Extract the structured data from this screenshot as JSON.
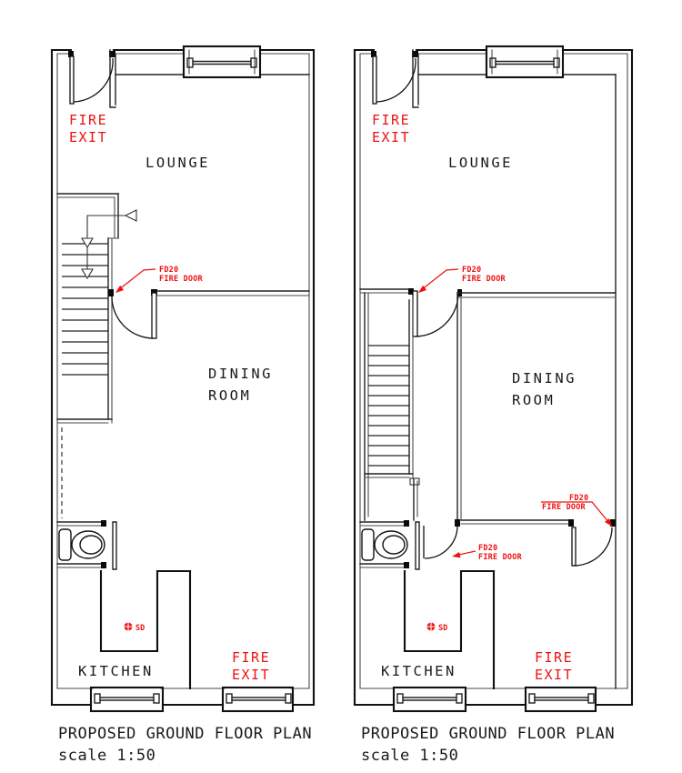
{
  "palette": {
    "line": "#111111",
    "line_light": "#4a4a4a",
    "annotation_red": "#ee1111",
    "background": "#ffffff"
  },
  "plans": {
    "left": {
      "caption_title": "PROPOSED GROUND FLOOR PLAN",
      "caption_scale": "scale 1:50",
      "room_lounge": "LOUNGE",
      "room_dining_1": "DINING",
      "room_dining_2": "ROOM",
      "room_kitchen": "KITCHEN",
      "fire_exit_top_1": "FIRE",
      "fire_exit_top_2": "EXIT",
      "fire_exit_bottom_1": "FIRE",
      "fire_exit_bottom_2": "EXIT",
      "fire_door_stair_1": "FD20",
      "fire_door_stair_2": "FIRE DOOR",
      "smoke_detector": "SD"
    },
    "right": {
      "caption_title": "PROPOSED GROUND FLOOR PLAN",
      "caption_scale": "scale 1:50",
      "room_lounge": "LOUNGE",
      "room_dining_1": "DINING",
      "room_dining_2": "ROOM",
      "room_kitchen": "KITCHEN",
      "fire_exit_top_1": "FIRE",
      "fire_exit_top_2": "EXIT",
      "fire_exit_bottom_1": "FIRE",
      "fire_exit_bottom_2": "EXIT",
      "fire_door_stair_1": "FD20",
      "fire_door_stair_2": "FIRE DOOR",
      "fire_door_dining_1": "FD20",
      "fire_door_dining_2": "FIRE DOOR",
      "fire_door_kitchen_1": "FD20",
      "fire_door_kitchen_2": "FIRE DOOR",
      "smoke_detector": "SD"
    }
  }
}
